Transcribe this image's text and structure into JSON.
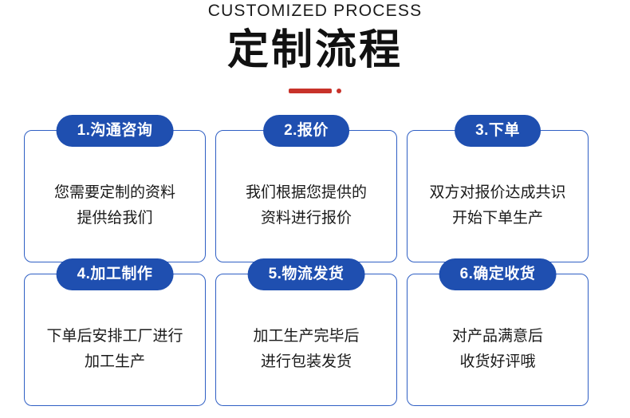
{
  "header": {
    "eyebrow": "CUSTOMIZED PROCESS",
    "title": "定制流程",
    "accent_color": "#c8322a",
    "brand_color": "#1f4fb0"
  },
  "steps": [
    {
      "badge": "1.沟通咨询",
      "text": "您需要定制的资料\n提供给我们"
    },
    {
      "badge": "2.报价",
      "text": "我们根据您提供的\n资料进行报价"
    },
    {
      "badge": "3.下单",
      "text": "双方对报价达成共识\n开始下单生产"
    },
    {
      "badge": "4.加工制作",
      "text": "下单后安排工厂进行\n加工生产"
    },
    {
      "badge": "5.物流发货",
      "text": "加工生产完毕后\n进行包装发货"
    },
    {
      "badge": "6.确定收货",
      "text": "对产品满意后\n收货好评哦"
    }
  ]
}
